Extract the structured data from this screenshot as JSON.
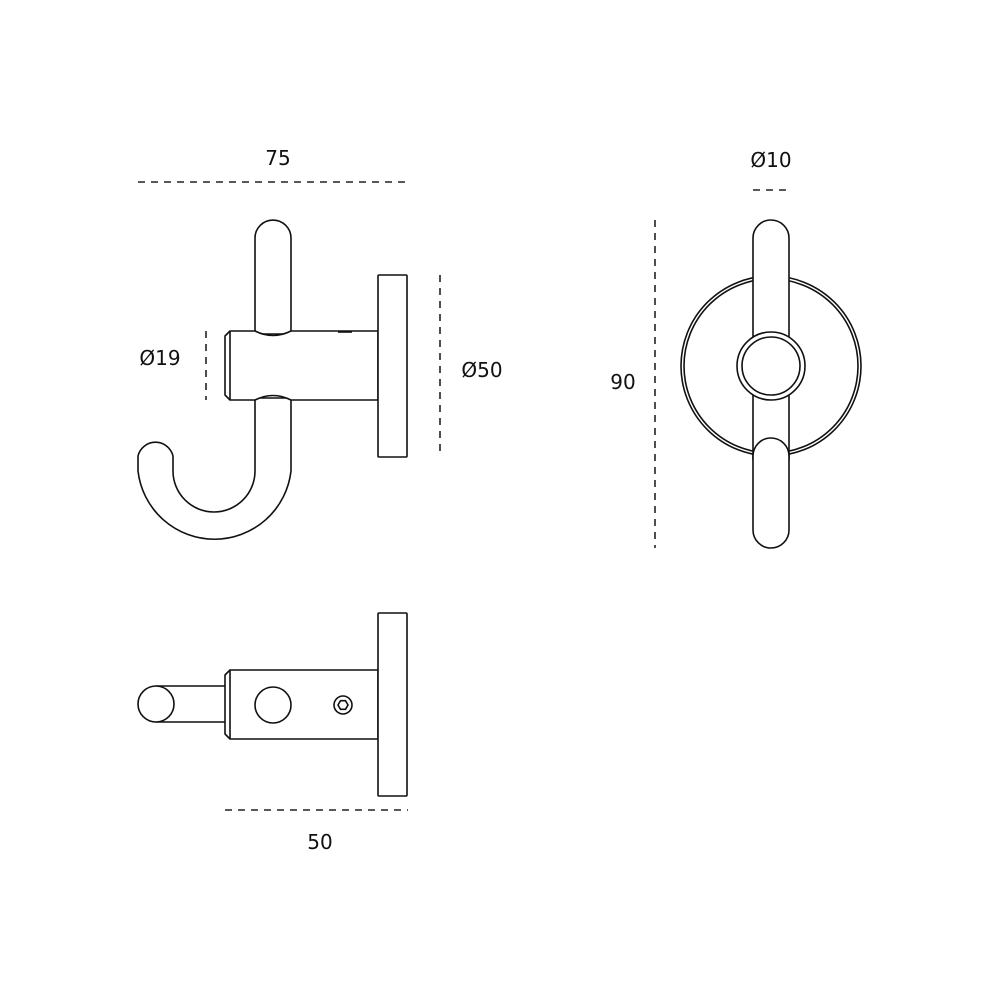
{
  "dimensions": {
    "overall_depth": "75",
    "rod_diameter": "Ø10",
    "body_diameter": "Ø19",
    "rose_diameter": "Ø50",
    "overall_height": "90",
    "body_length": "50"
  },
  "colors": {
    "line": "#111111",
    "background": "#ffffff"
  }
}
